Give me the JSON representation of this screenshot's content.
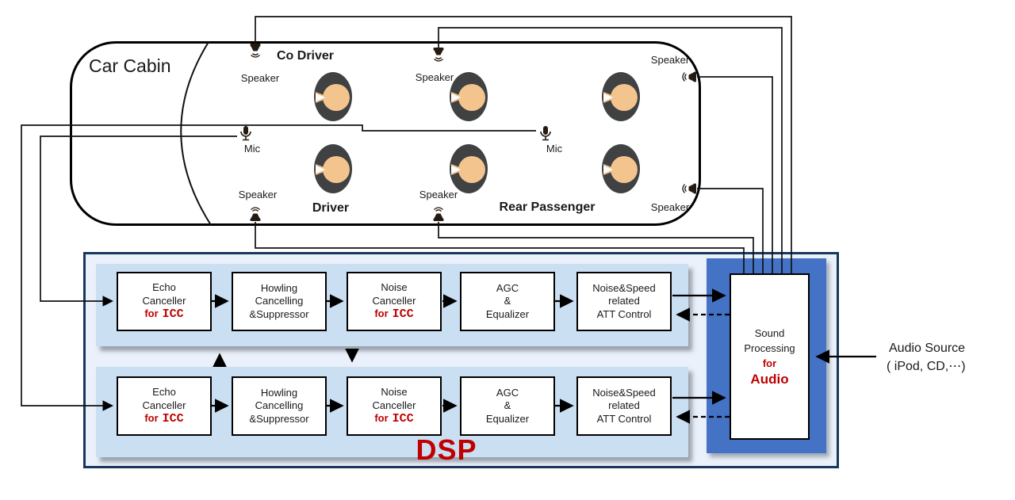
{
  "cabin": {
    "label": "Car Cabin",
    "co_driver_label": "Co Driver",
    "driver_label": "Driver",
    "rear_passenger_label": "Rear Passenger",
    "speaker_label": "Speaker",
    "mic_label": "Mic"
  },
  "dsp": {
    "label": "DSP",
    "chain": [
      {
        "key": "echo-canceller",
        "lines": [
          "Echo",
          "Canceller"
        ],
        "red_prefix": "for",
        "red_term": "ICC"
      },
      {
        "key": "howling-suppressor",
        "lines": [
          "Howling",
          "Cancelling",
          "&Suppressor"
        ]
      },
      {
        "key": "noise-canceller",
        "lines": [
          "Noise",
          "Canceller"
        ],
        "red_prefix": "for",
        "red_term": "ICC"
      },
      {
        "key": "agc-equalizer",
        "lines": [
          "AGC",
          "&",
          "Equalizer"
        ]
      },
      {
        "key": "att-control",
        "lines": [
          "Noise&Speed",
          "related",
          "ATT Control"
        ]
      }
    ],
    "sound_processing": {
      "line1": "Sound",
      "line2": "Processing",
      "red_prefix": "for",
      "red_term": "Audio"
    }
  },
  "audio_source": {
    "title": "Audio Source",
    "subtitle": "( iPod, CD,⋯)"
  },
  "colors": {
    "accent_red": "#C00000",
    "dsp_border_navy": "#17365D",
    "panel_blue": "#CBDFF2",
    "dsp_background": "#EBF1FA",
    "sound_processing_blue": "#4472C4"
  }
}
